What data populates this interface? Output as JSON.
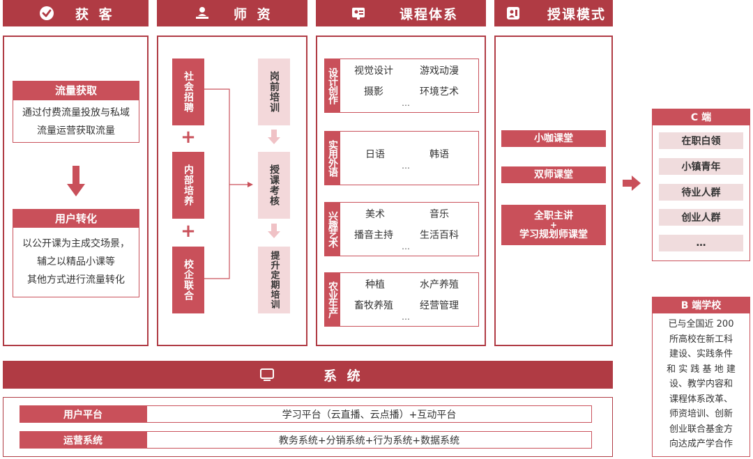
{
  "headers": {
    "acquisition": "获 客",
    "teachers": "师 资",
    "curriculum": "课程体系",
    "mode": "授课模式",
    "system": "系 统"
  },
  "acquisition": {
    "traffic_label": "流量获取",
    "traffic_text_1": "通过付费流量投放与私域",
    "traffic_text_2": "流量运营获取流量",
    "conversion_label": "用户转化",
    "conversion_text_1": "以公开课为主成交场景，",
    "conversion_text_2": "辅之以精品小课等",
    "conversion_text_3": "其他方式进行流量转化"
  },
  "teachers": {
    "sources": [
      "社会招聘",
      "内部培养",
      "校企联合"
    ],
    "plus": "+",
    "steps": [
      "岗前培训",
      "授课考核",
      "提升定期培训"
    ]
  },
  "curriculum": {
    "categories": [
      {
        "name": "设计创作",
        "items": [
          "视觉设计",
          "游戏动漫",
          "摄影",
          "环境艺术"
        ]
      },
      {
        "name": "实用外语",
        "items": [
          "日语",
          "韩语"
        ]
      },
      {
        "name": "兴趣艺术",
        "items": [
          "美术",
          "音乐",
          "播音主持",
          "生活百科"
        ]
      },
      {
        "name": "农业生产",
        "items": [
          "种植",
          "水产养殖",
          "畜牧养殖",
          "经营管理"
        ]
      }
    ],
    "ellipsis": "…"
  },
  "mode": {
    "items": [
      "小咖课堂",
      "双师课堂"
    ],
    "combo_line1": "全职主讲",
    "combo_plus": "+",
    "combo_line2": "学习规划师课堂"
  },
  "c_end": {
    "title": "C 端",
    "groups": [
      "在职白领",
      "小镇青年",
      "待业人群",
      "创业人群"
    ],
    "more": "…"
  },
  "b_end": {
    "title": "B 端学校",
    "text": [
      "已与全国近 200",
      "所高校在新工科",
      "建设、实践条件",
      "和 实 践 基 地 建",
      "设、教学内容和",
      "课程体系改革、",
      "师资培训、创新",
      "创业联合基金方",
      "向达成产学合作"
    ]
  },
  "system": {
    "rows": [
      {
        "label": "用户平台",
        "value": "学习平台（云直播、云点播）+互动平台"
      },
      {
        "label": "运营系统",
        "value": "教务系统+分销系统+行为系统+数据系统"
      }
    ]
  },
  "colors": {
    "primary": "#b03b44",
    "label_red": "#c9505a",
    "pink": "#f3d8da"
  },
  "icons": [
    "check-circle-icon",
    "teacher-icon",
    "course-board-icon",
    "presentation-icon",
    "right-arrow-icon",
    "monitor-icon"
  ]
}
